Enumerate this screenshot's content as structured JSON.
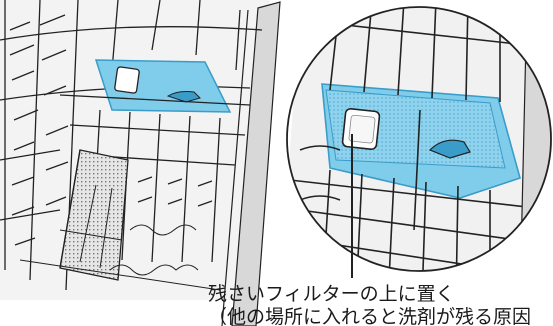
{
  "caption": {
    "main": "残さいフィルターの上に置く",
    "sub": "（他の場所に入れると洗剤が残る原因"
  },
  "colors": {
    "line": "#222222",
    "tray_fill": "#7fcdea",
    "tray_edge": "#3a9cc8",
    "wall": "#d8d8d8",
    "background": "#ffffff"
  },
  "icons": {
    "detergent_tablet": "square-tablet-icon",
    "pointer": "leader-line"
  }
}
